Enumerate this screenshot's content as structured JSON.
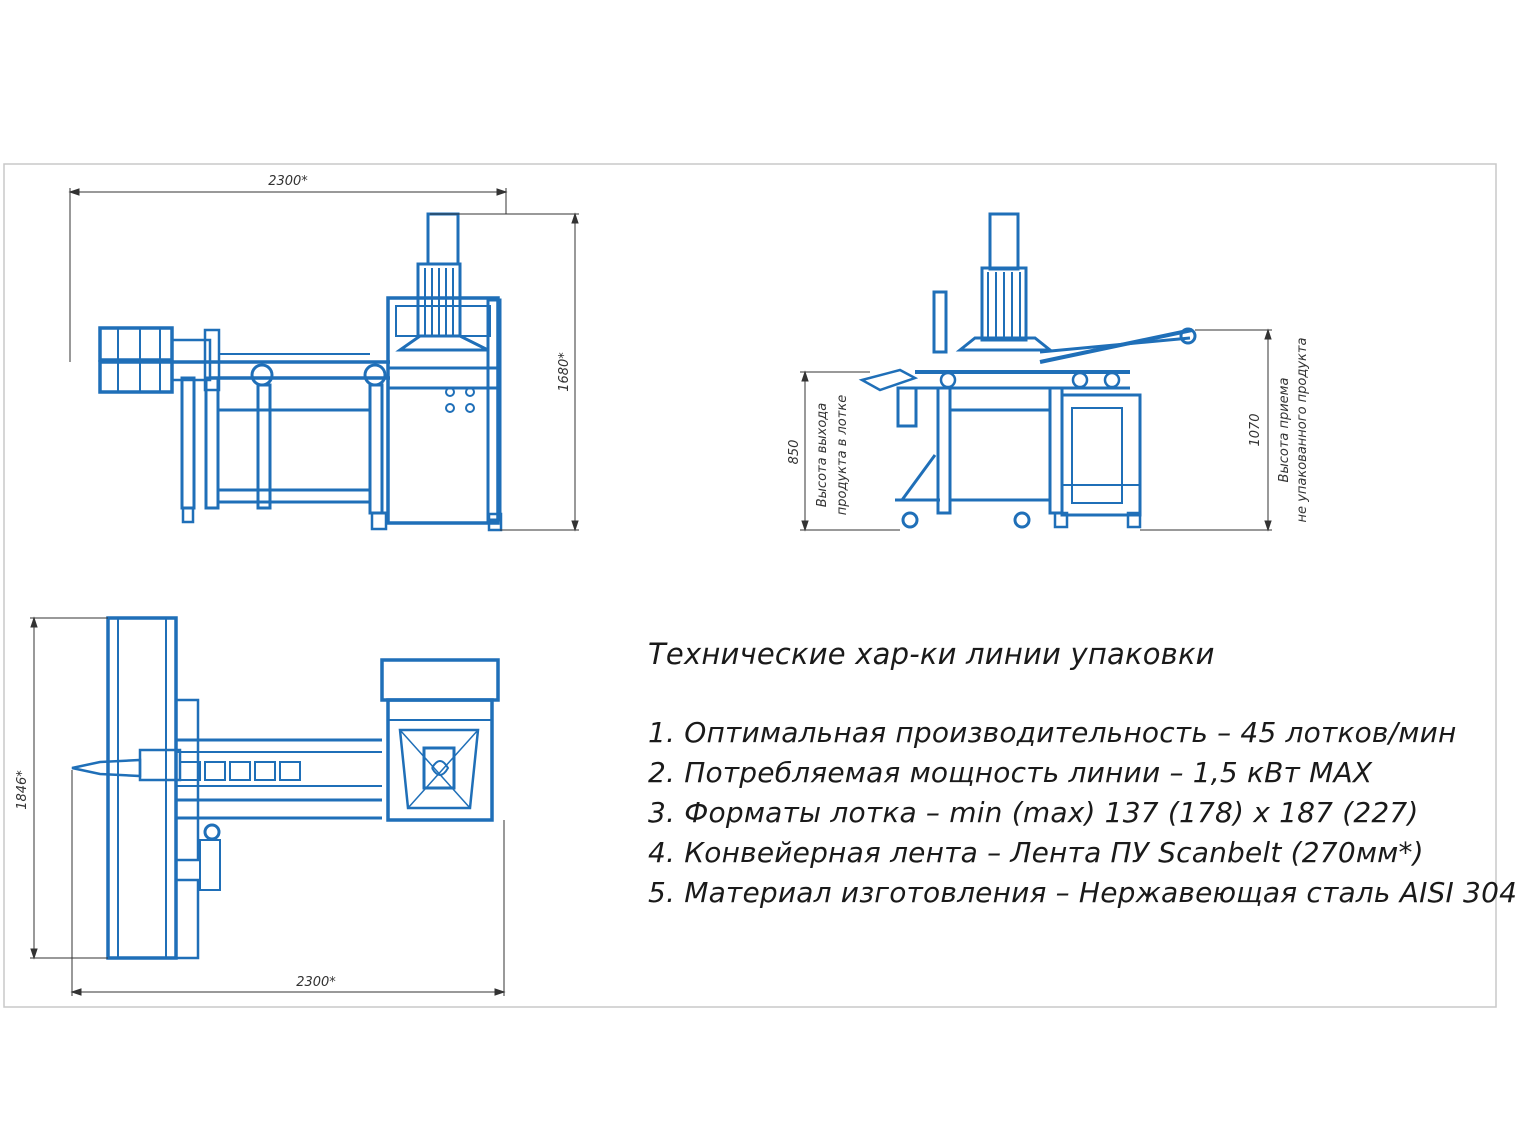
{
  "colors": {
    "drawing": "#1f6fb8",
    "dimension": "#333333",
    "frame": "#c8c8c8"
  },
  "dimensions": {
    "front_width": "2300*",
    "front_height": "1680*",
    "side_out_height": "850",
    "side_out_label": [
      "Высота выхода",
      "продукта в лотке"
    ],
    "side_in_height": "1070",
    "side_in_label": [
      "Высота приема",
      "не упакованного продукта"
    ],
    "top_depth": "1846*",
    "top_width": "2300*"
  },
  "specs": {
    "title": "Технические хар-ки линии упаковки",
    "lines": [
      "1. Оптимальная производительность – 45 лотков/мин",
      "2. Потребляемая мощность линии – 1,5 кВт MAX",
      "3. Форматы лотка – min (max) 137 (178) x 187 (227)",
      "4. Конвейерная лента – Лента ПУ Scanbelt (270мм*)",
      "5. Материал изготовления – Нержавеющая сталь AISI 304"
    ]
  }
}
